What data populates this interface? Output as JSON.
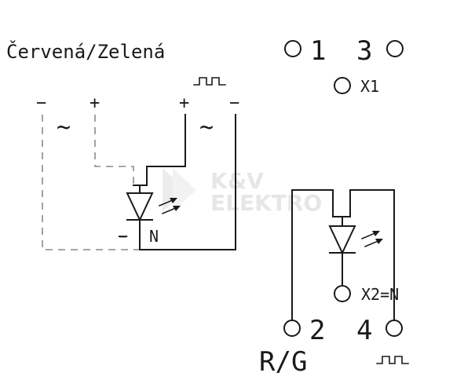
{
  "title": "Červená/Zelená",
  "watermark": {
    "line1": "K&V",
    "line2": "ELEKTRO"
  },
  "terminals": {
    "t1": "1",
    "t3": "3",
    "x1": "X1",
    "x2": "X2=N",
    "t2": "2",
    "t4": "4",
    "rg": "R/G"
  },
  "left_circuit": {
    "pol_minus_left": "−",
    "pol_plus_left": "+",
    "pol_plus_right": "+",
    "pol_minus_right": "−",
    "ac_left": "~",
    "ac_right": "~",
    "neg_label": "−",
    "n_label": "N"
  },
  "icons": {
    "pulse_top": "pulse-icon",
    "pulse_bottom": "pulse-icon",
    "led_left": "led-diode-icon",
    "led_right": "led-diode-icon"
  },
  "colors": {
    "line": "#1a1a1a",
    "dashed": "#8a8a8a",
    "watermark": "#e6e6e6"
  }
}
